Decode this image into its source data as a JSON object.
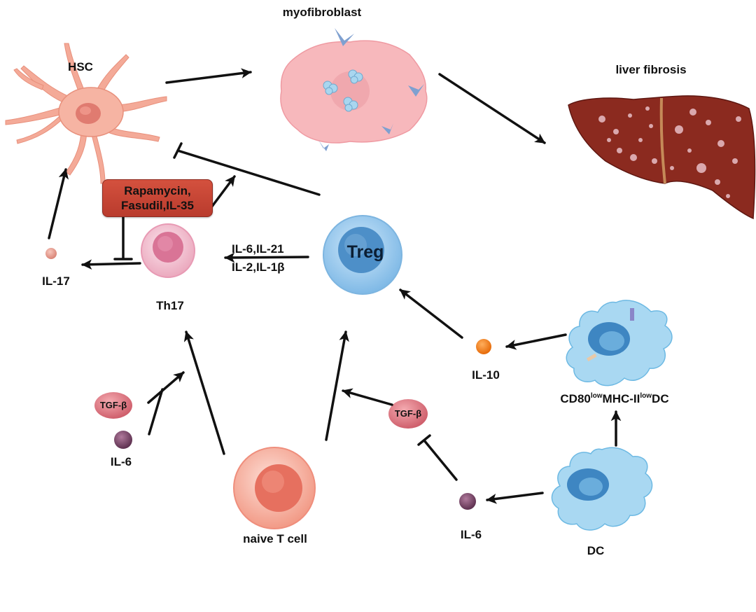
{
  "labels": {
    "hsc": "HSC",
    "myofibroblast": "myofibroblast",
    "liver_fibrosis": "liver fibrosis",
    "il17": "IL-17",
    "th17": "Th17",
    "treg": "Treg",
    "cytokines_line1": "IL-6,IL-21",
    "cytokines_line2": "IL-2,IL-1β",
    "drugs_line1": "Rapamycin,",
    "drugs_line2": "Fasudil,IL-35",
    "tgfb_left": "TGF-β",
    "il6_left": "IL-6",
    "naive_t_cell": "naive T cell",
    "tgfb_right": "TGF-β",
    "il6_right": "IL-6",
    "il10": "IL-10",
    "cd80_dc": {
      "pre": "CD80",
      "sup1": "low",
      "mid": "MHC-II",
      "sup2": "low",
      "post": "DC"
    },
    "dc": "DC"
  },
  "colors": {
    "hsc": "#f2a796",
    "myofibroblast": "#f7b8bc",
    "liver": "#8b2a1f",
    "th17": "#f0b8c8",
    "treg": "#8cc4ec",
    "naive_t_cell": "#f08d7a",
    "dc": "#a9d8f2",
    "tgfb": "#d96f7a",
    "il6": "#7e4a6b",
    "il10": "#f07814",
    "il17": "#e0958a",
    "drug_box": "#c74536",
    "arrow": "#111111"
  }
}
